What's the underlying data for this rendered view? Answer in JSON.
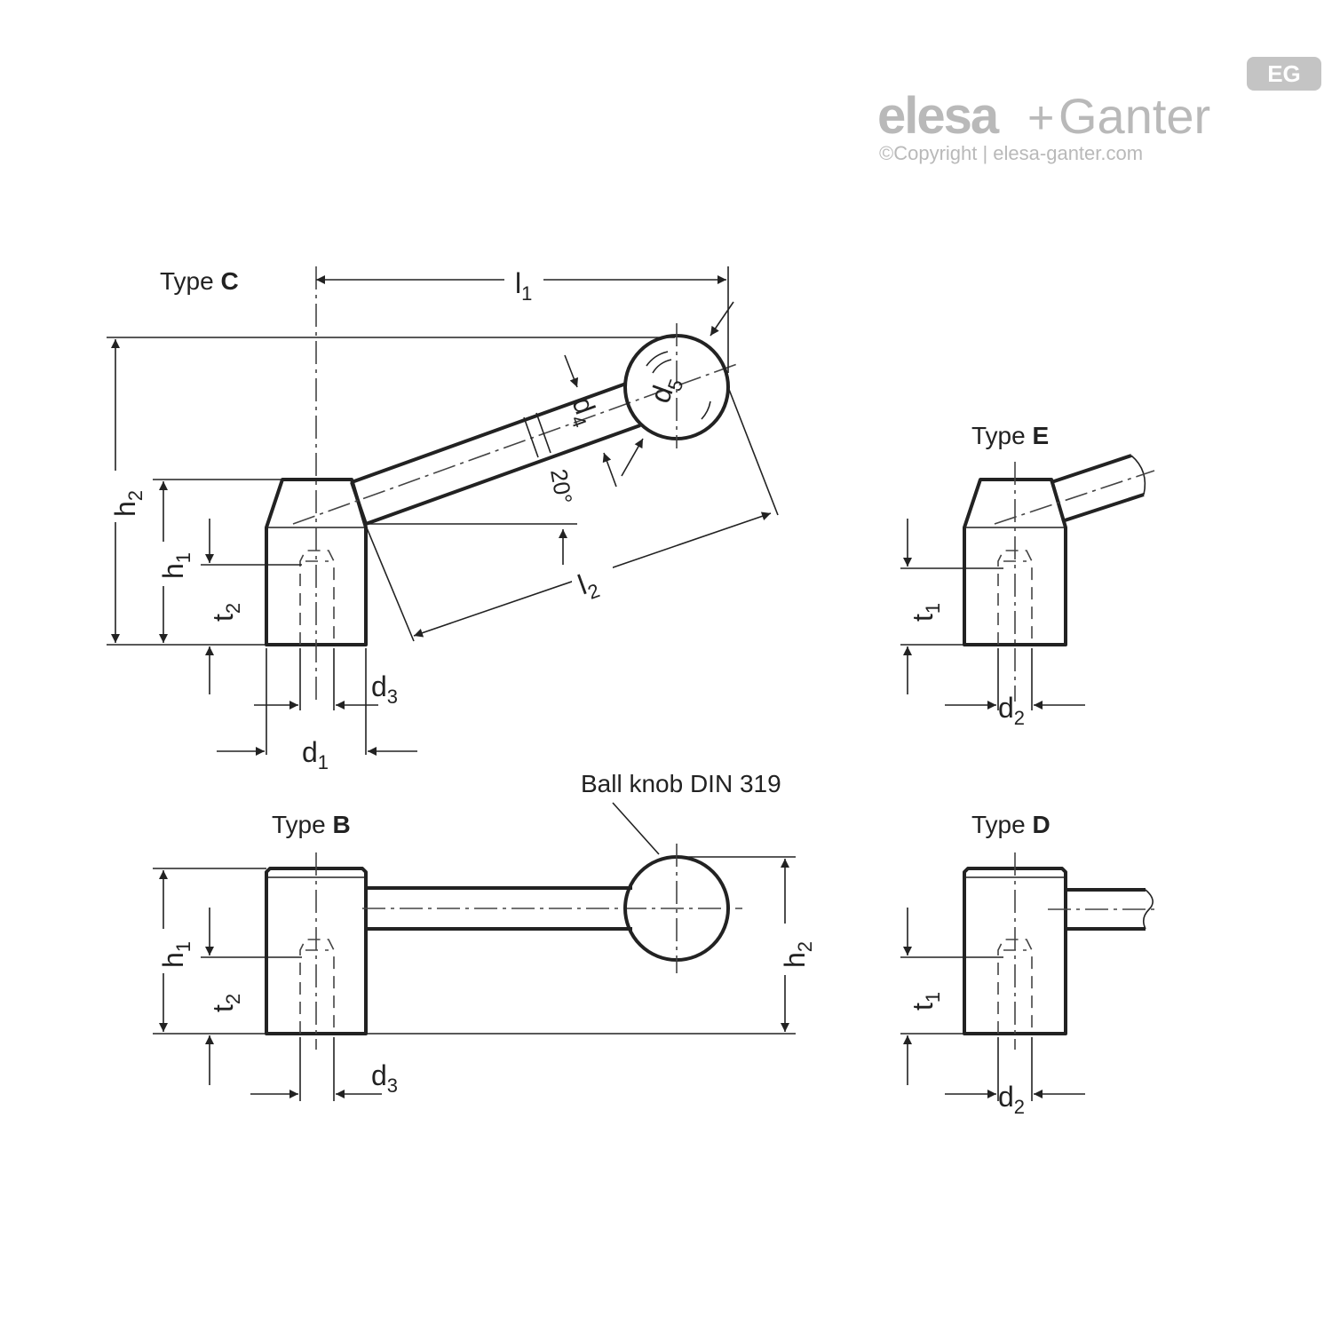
{
  "watermark": {
    "brand_left": "elesa",
    "brand_plus": "+",
    "brand_right": "Ganter",
    "brand_mark": "EG",
    "copyright": "©Copyright | elesa-ganter.com"
  },
  "views": {
    "type_c": {
      "title_prefix": "Type ",
      "title_letter": "C"
    },
    "type_e": {
      "title_prefix": "Type ",
      "title_letter": "E"
    },
    "type_b": {
      "title_prefix": "Type ",
      "title_letter": "B"
    },
    "type_d": {
      "title_prefix": "Type ",
      "title_letter": "D"
    }
  },
  "callout": {
    "ball_knob": "Ball knob DIN 319"
  },
  "angle": {
    "value": "20°"
  },
  "dims": {
    "l1": {
      "main": "l",
      "sub": "1"
    },
    "l2": {
      "main": "l",
      "sub": "2"
    },
    "h1": {
      "main": "h",
      "sub": "1"
    },
    "h2": {
      "main": "h",
      "sub": "2"
    },
    "t1": {
      "main": "t",
      "sub": "1"
    },
    "t2": {
      "main": "t",
      "sub": "2"
    },
    "d1": {
      "main": "d",
      "sub": "1"
    },
    "d2": {
      "main": "d",
      "sub": "2"
    },
    "d3": {
      "main": "d",
      "sub": "3"
    },
    "d4": {
      "main": "d",
      "sub": "4"
    },
    "d5": {
      "main": "d",
      "sub": "5"
    }
  }
}
